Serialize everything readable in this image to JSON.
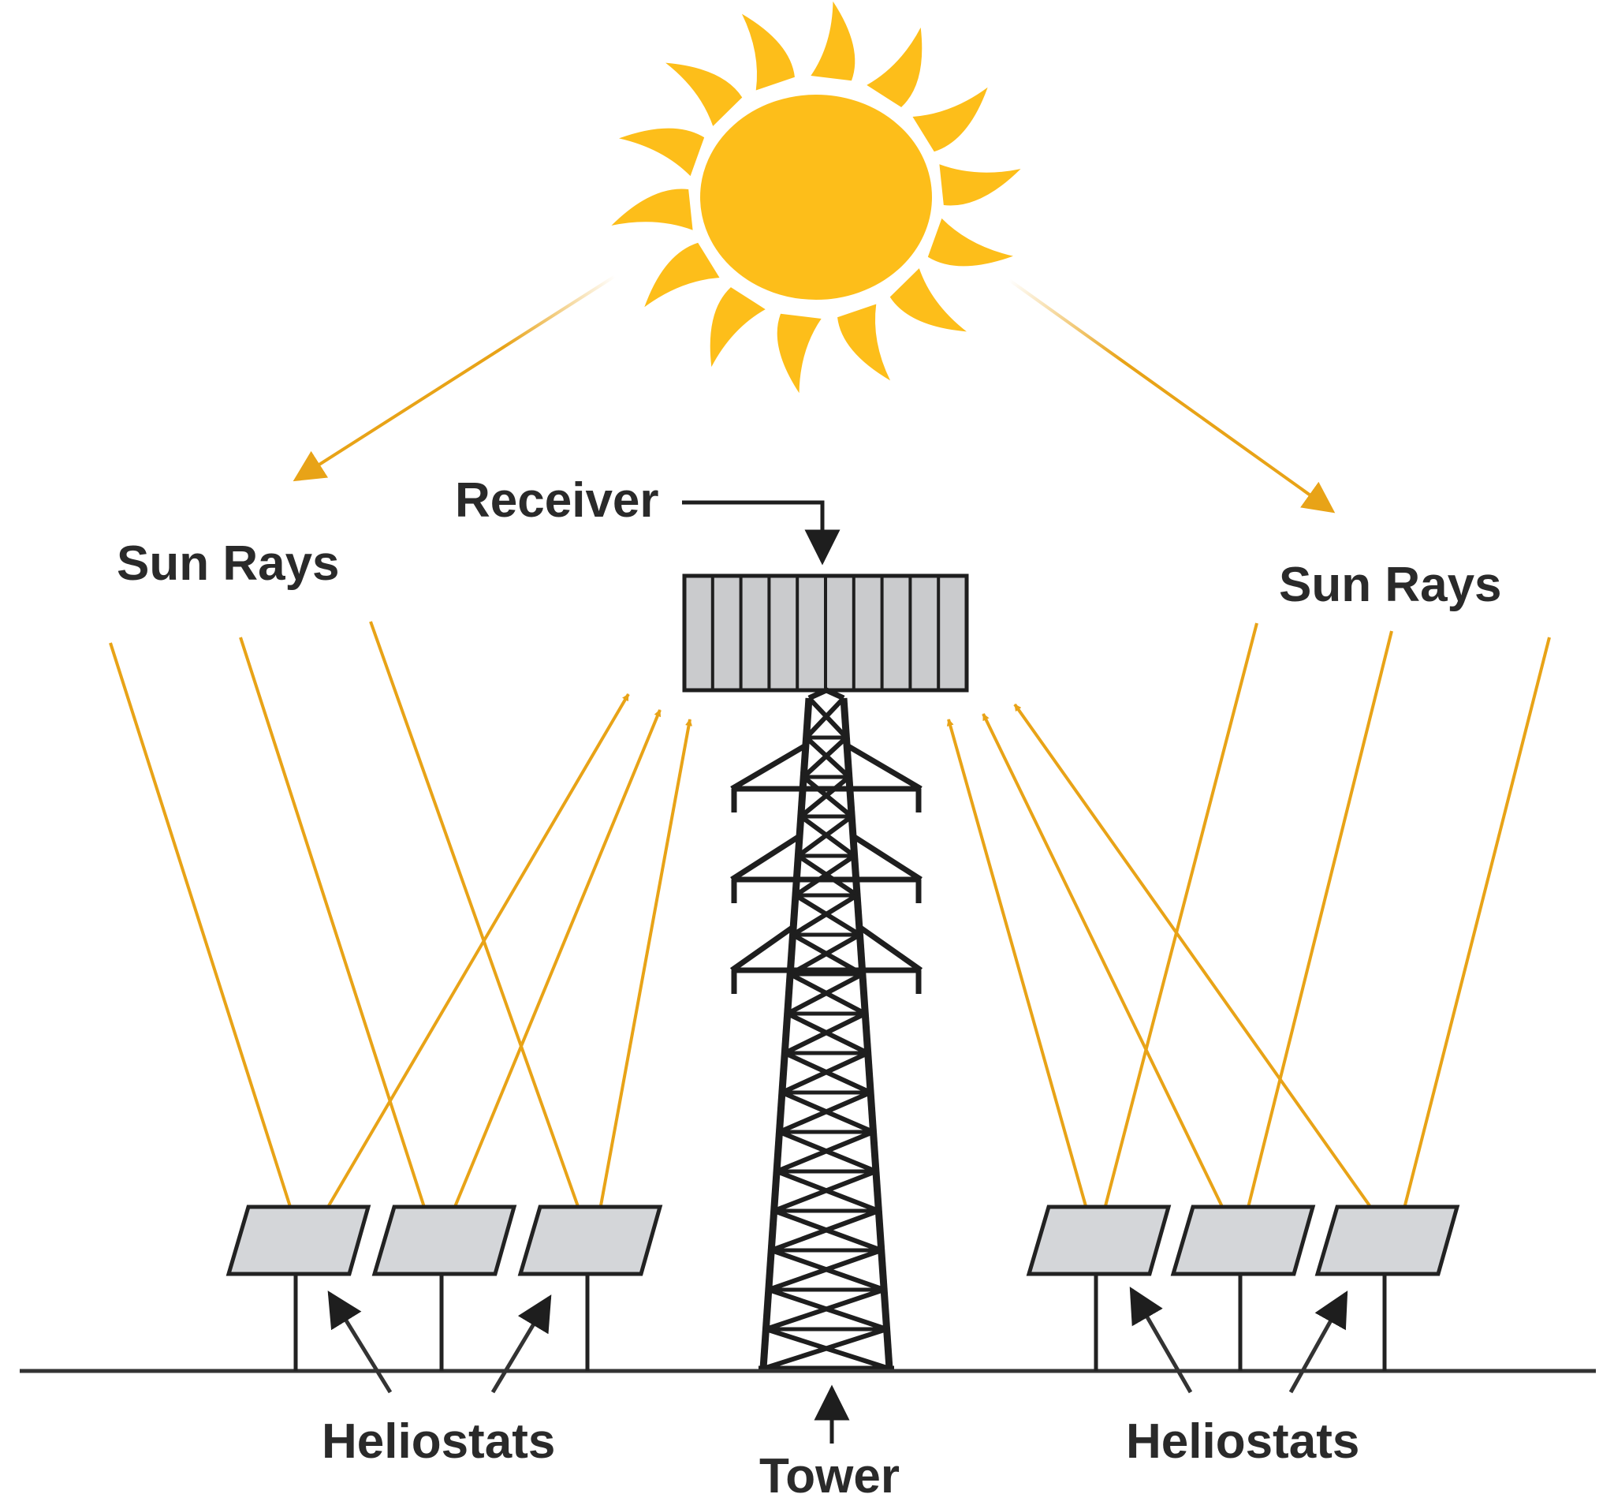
{
  "labels": {
    "sun_rays_left": "Sun Rays",
    "sun_rays_right": "Sun Rays",
    "receiver": "Receiver",
    "tower": "Tower",
    "heliostats_left": "Heliostats",
    "heliostats_right": "Heliostats"
  },
  "colors": {
    "sun": "#FDBE1A",
    "ray": "#E8A317",
    "ink": "#1E1E1E",
    "panel_fill": "#D4D6D9",
    "receiver_fill": "#CACBCD"
  }
}
